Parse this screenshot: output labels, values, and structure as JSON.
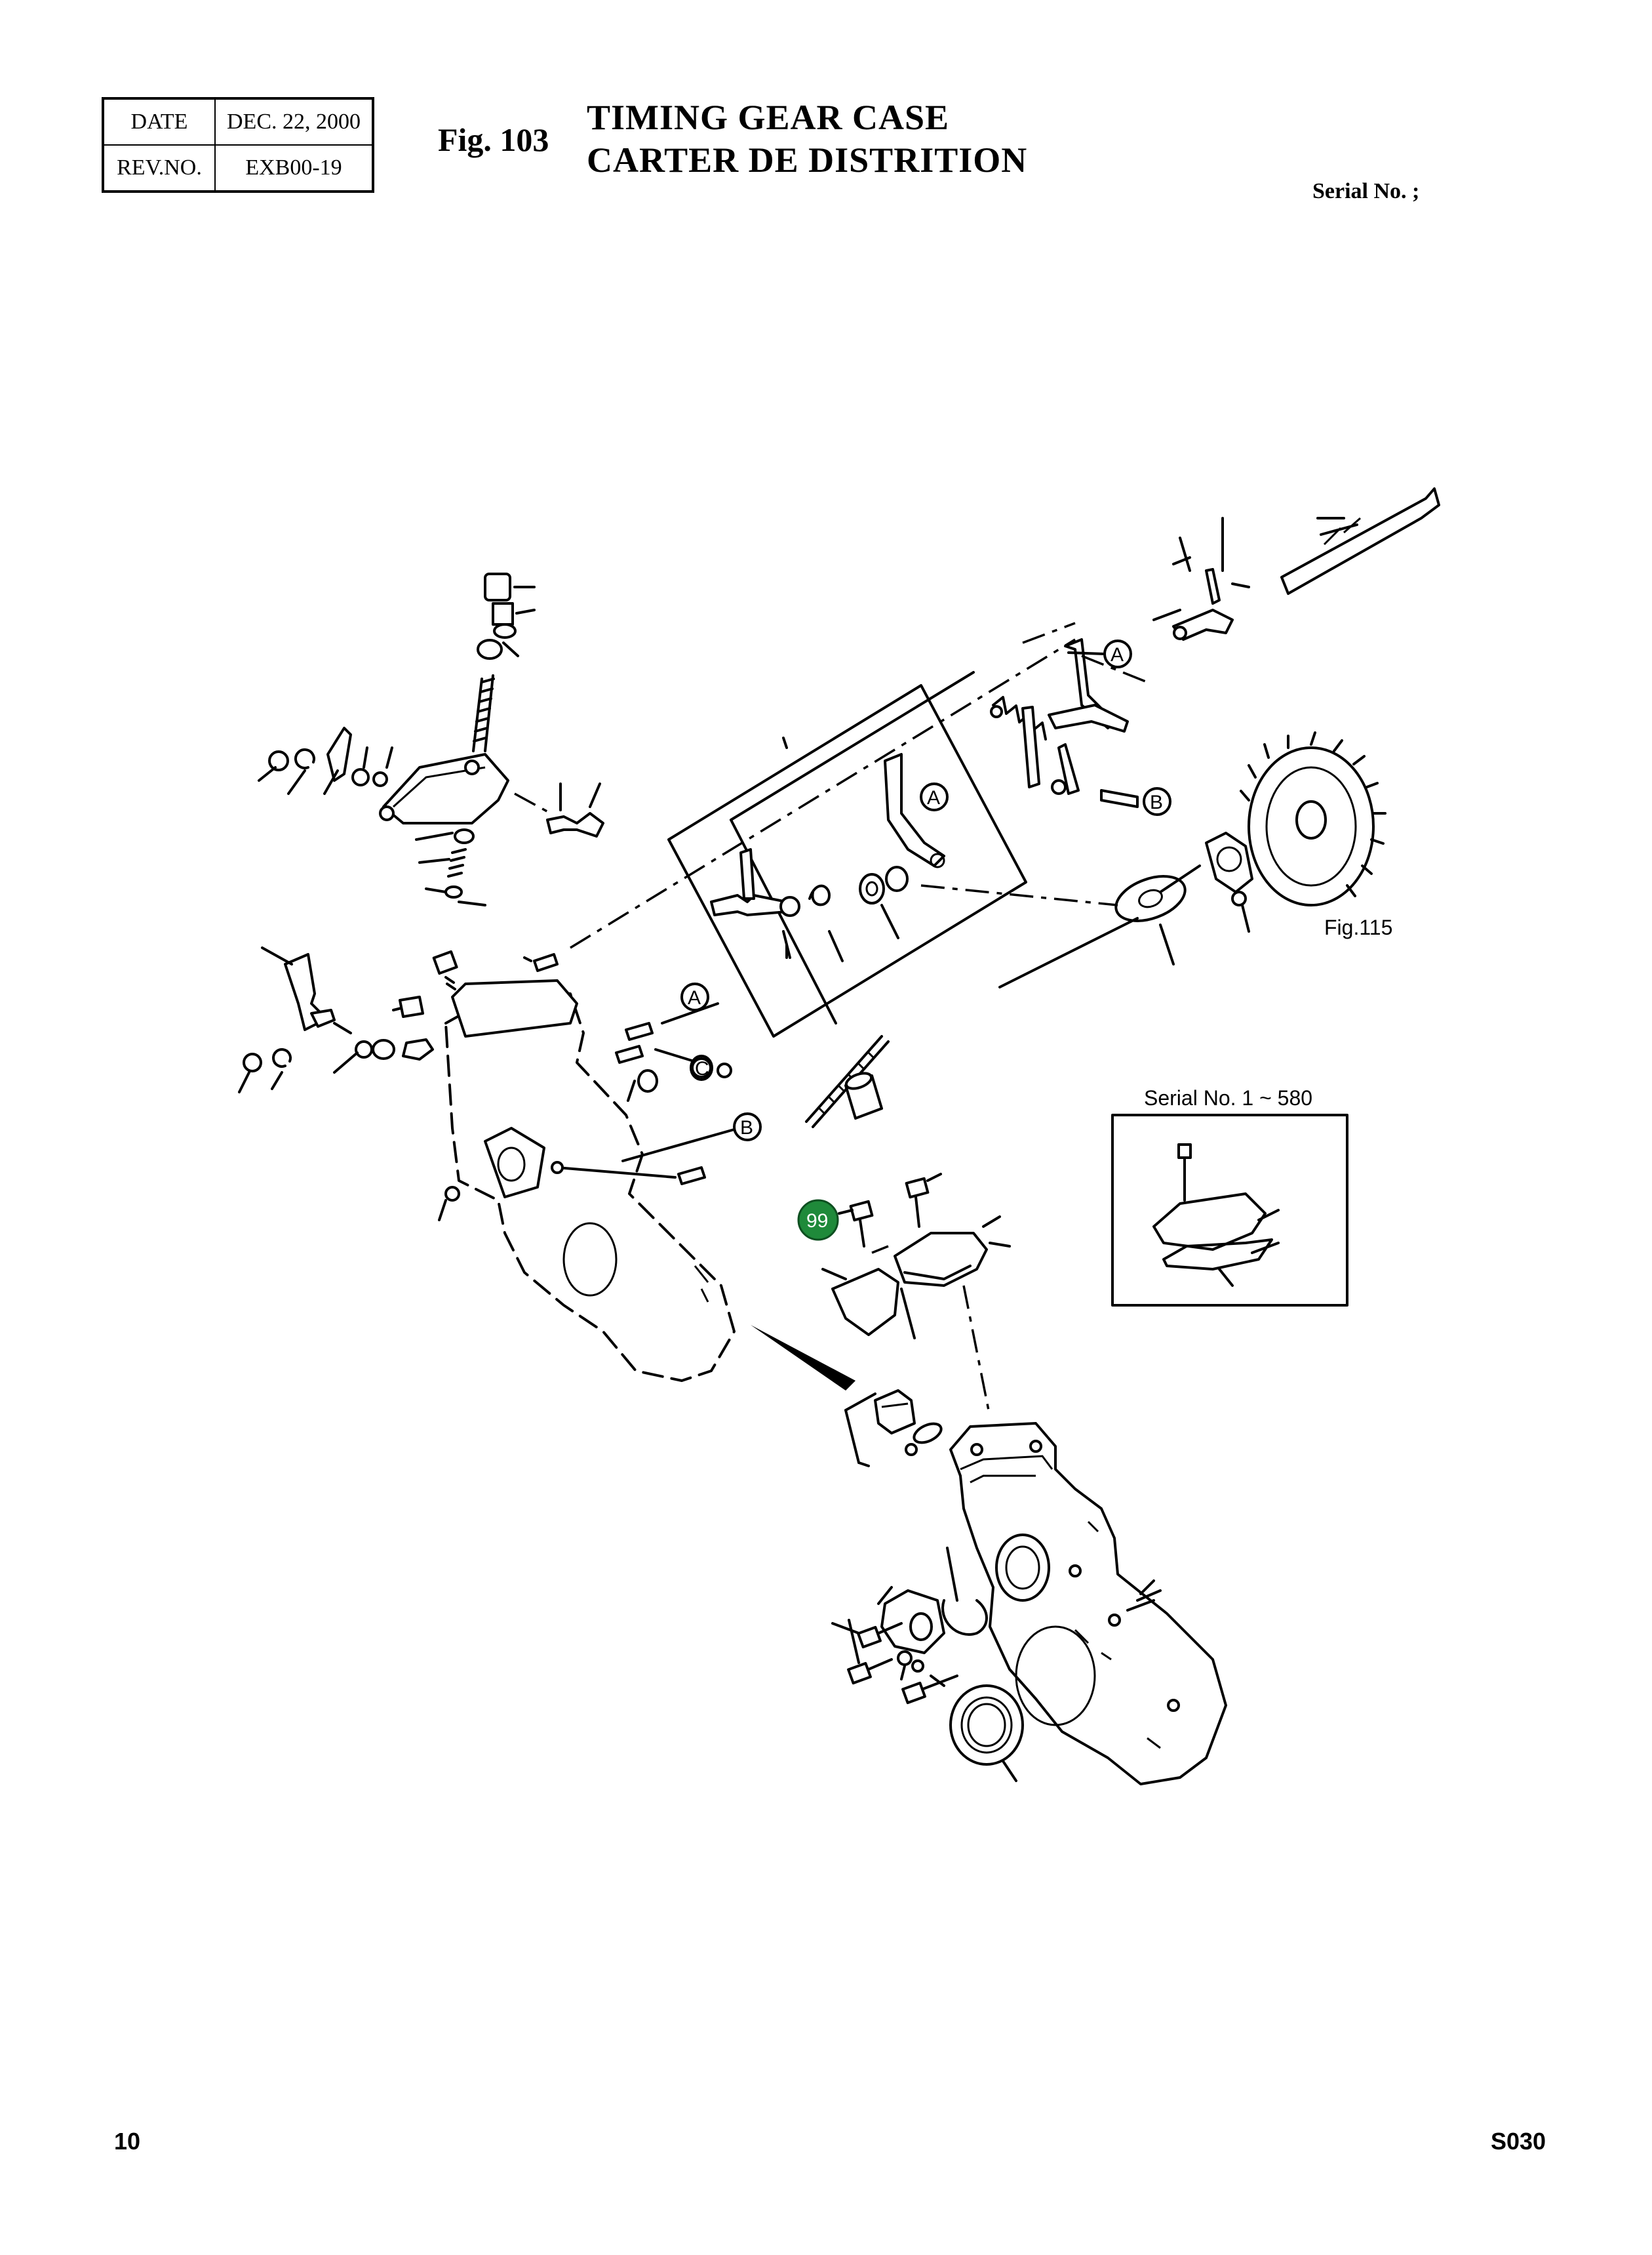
{
  "header": {
    "date_label": "DATE",
    "date_value": "DEC. 22, 2000",
    "rev_label": "REV.NO.",
    "rev_value": "EXB00-19"
  },
  "figure": {
    "number": "Fig. 103",
    "title_en": "TIMING GEAR CASE",
    "title_fr": "CARTER DE DISTRITION",
    "serial": "Serial No. ;"
  },
  "diagram": {
    "ref_a": "A",
    "ref_b": "B",
    "ref_c": "C",
    "fig_ref": "Fig.115",
    "inset_label": "Serial No. 1 ~ 580",
    "highlight_callout": "99",
    "colors": {
      "highlight": "#1f8a3a",
      "line": "#000000"
    }
  },
  "footer": {
    "page": "10",
    "code": "S030"
  }
}
